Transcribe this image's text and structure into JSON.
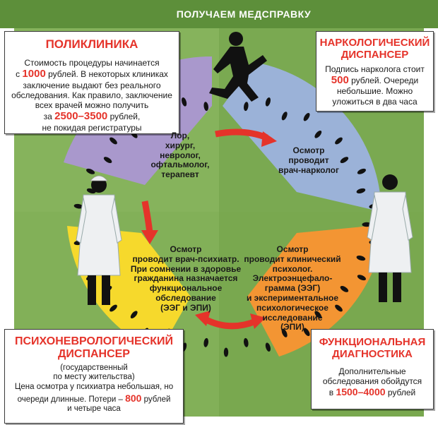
{
  "header": {
    "title": "ПОЛУЧАЕМ МЕДСПРАВКУ"
  },
  "colors": {
    "green_bg": "#7fae55",
    "green_dark": "#5d8f3a",
    "violet": "#a998cc",
    "blue": "#9bb2d8",
    "yellow": "#f6d92c",
    "orange": "#f39533",
    "accent_red": "#e5332a"
  },
  "icons": [
    "running-man-silhouette",
    "footprints-trail",
    "doctor-figure-left",
    "doctor-figure-right",
    "curved-arrows"
  ],
  "polyclinic": {
    "title": "ПОЛИКЛИНИКА",
    "text_1": "Стоимость процедуры начинается",
    "text_2_prefix": "с ",
    "price_1": "1000",
    "text_2_suffix": " рублей. В некоторых клиниках",
    "text_3": "заключение выдают без реального",
    "text_4": "обследования. Как правило, заключение",
    "text_5": "всех врачей можно получить",
    "text_6_prefix": "за ",
    "price_2": "2500–3500",
    "text_6_suffix": " рублей,",
    "text_7": "не покидая регистратуры"
  },
  "narco": {
    "title_1": "НАРКОЛОГИЧЕСКИЙ",
    "title_2": "ДИСПАНСЕР",
    "text_1": "Подпись нарколога стоит",
    "price": "500",
    "text_2_suffix": " рублей. Очереди",
    "text_3": "небольшие. Можно",
    "text_4": "уложиться в два часа"
  },
  "psycho": {
    "title_1": "ПСИХОНЕВРОЛОГИЧЕСКИЙ",
    "title_2": "ДИСПАНСЕР",
    "text_1": "(государственный",
    "text_2": "по месту жительства)",
    "text_3": "Цена осмотра у психиатра небольшая, но",
    "text_4_prefix": "очереди длинные. Потери – ",
    "price": "800",
    "text_4_suffix": " рублей",
    "text_5": "и четыре часа"
  },
  "func": {
    "title_1": "ФУНКЦИОНАЛЬНАЯ",
    "title_2": "ДИАГНОСТИКА",
    "text_1": "Дополнительные",
    "text_2": "обследования обойдутся",
    "text_3_prefix": "в ",
    "price": "1500–4000",
    "text_3_suffix": " рублей"
  },
  "sectors": {
    "violet": [
      "Лор,",
      "хирург,",
      "невролог,",
      "офтальмолог,",
      "терапевт"
    ],
    "blue": [
      "Осмотр",
      "проводит",
      "врач-нарколог"
    ],
    "yellow": [
      "Осмотр",
      "проводит врач-психиатр.",
      "При сомнении в здоровье",
      "гражданина назначается",
      "функциональное",
      "обследование",
      "(ЭЭГ и ЭПИ)"
    ],
    "orange": [
      "Осмотр",
      "проводит клинический",
      "психолог.",
      "Электроэнцефало-",
      "грамма (ЭЭГ)",
      "и экспериментальное",
      "психологическое",
      "исследование",
      "(ЭПИ)"
    ]
  }
}
